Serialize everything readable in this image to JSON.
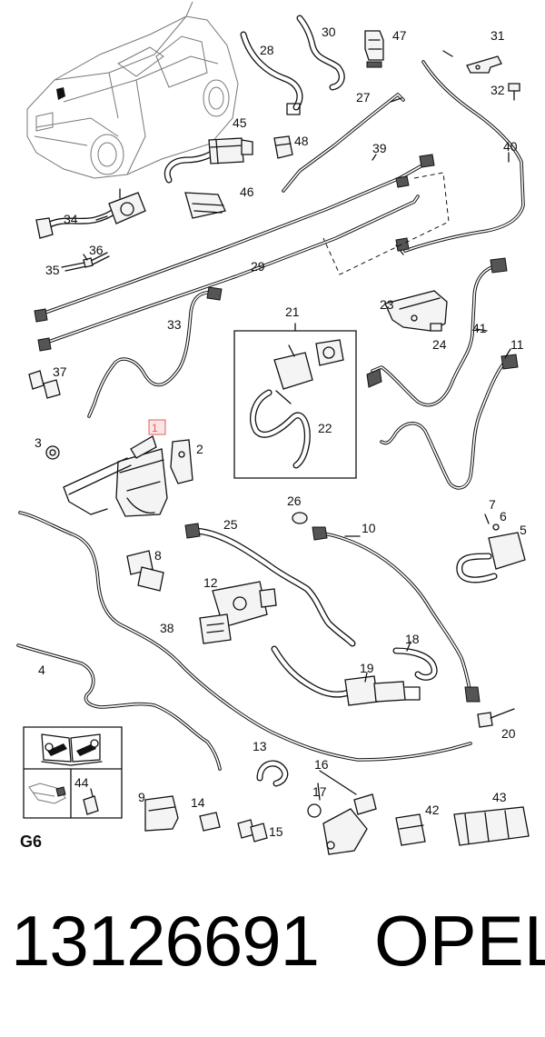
{
  "callouts": [
    {
      "id": "1",
      "text": "1"
    },
    {
      "id": "2",
      "text": "2"
    },
    {
      "id": "3",
      "text": "3"
    },
    {
      "id": "4",
      "text": "4"
    },
    {
      "id": "5",
      "text": "5"
    },
    {
      "id": "6",
      "text": "6"
    },
    {
      "id": "7",
      "text": "7"
    },
    {
      "id": "8",
      "text": "8"
    },
    {
      "id": "9",
      "text": "9"
    },
    {
      "id": "10",
      "text": "10"
    },
    {
      "id": "11",
      "text": "11"
    },
    {
      "id": "12",
      "text": "12"
    },
    {
      "id": "13",
      "text": "13"
    },
    {
      "id": "14",
      "text": "14"
    },
    {
      "id": "15",
      "text": "15"
    },
    {
      "id": "16",
      "text": "16"
    },
    {
      "id": "17",
      "text": "17"
    },
    {
      "id": "18",
      "text": "18"
    },
    {
      "id": "19",
      "text": "19"
    },
    {
      "id": "20",
      "text": "20"
    },
    {
      "id": "21",
      "text": "21"
    },
    {
      "id": "22",
      "text": "22"
    },
    {
      "id": "23",
      "text": "23"
    },
    {
      "id": "24",
      "text": "24"
    },
    {
      "id": "25",
      "text": "25"
    },
    {
      "id": "26",
      "text": "26"
    },
    {
      "id": "27",
      "text": "27"
    },
    {
      "id": "28",
      "text": "28"
    },
    {
      "id": "29",
      "text": "29"
    },
    {
      "id": "30",
      "text": "30"
    },
    {
      "id": "31",
      "text": "31"
    },
    {
      "id": "32",
      "text": "32"
    },
    {
      "id": "33",
      "text": "33"
    },
    {
      "id": "34",
      "text": "34"
    },
    {
      "id": "35",
      "text": "35"
    },
    {
      "id": "36",
      "text": "36"
    },
    {
      "id": "37",
      "text": "37"
    },
    {
      "id": "38",
      "text": "38"
    },
    {
      "id": "39",
      "text": "39"
    },
    {
      "id": "40",
      "text": "40"
    },
    {
      "id": "41",
      "text": "41"
    },
    {
      "id": "42",
      "text": "42"
    },
    {
      "id": "43",
      "text": "43"
    },
    {
      "id": "44",
      "text": "44"
    },
    {
      "id": "45",
      "text": "45"
    },
    {
      "id": "46",
      "text": "46"
    },
    {
      "id": "47",
      "text": "47"
    },
    {
      "id": "48",
      "text": "48"
    }
  ],
  "highlighted_callout": "1",
  "highlight_color": "#e06060",
  "section_code": "G6",
  "legend_icons": [
    "manual-book-icon",
    "wrench-icon",
    "vehicle-underbody-icon"
  ],
  "footer": {
    "part_number": "13126691",
    "brand": "OPEL"
  }
}
